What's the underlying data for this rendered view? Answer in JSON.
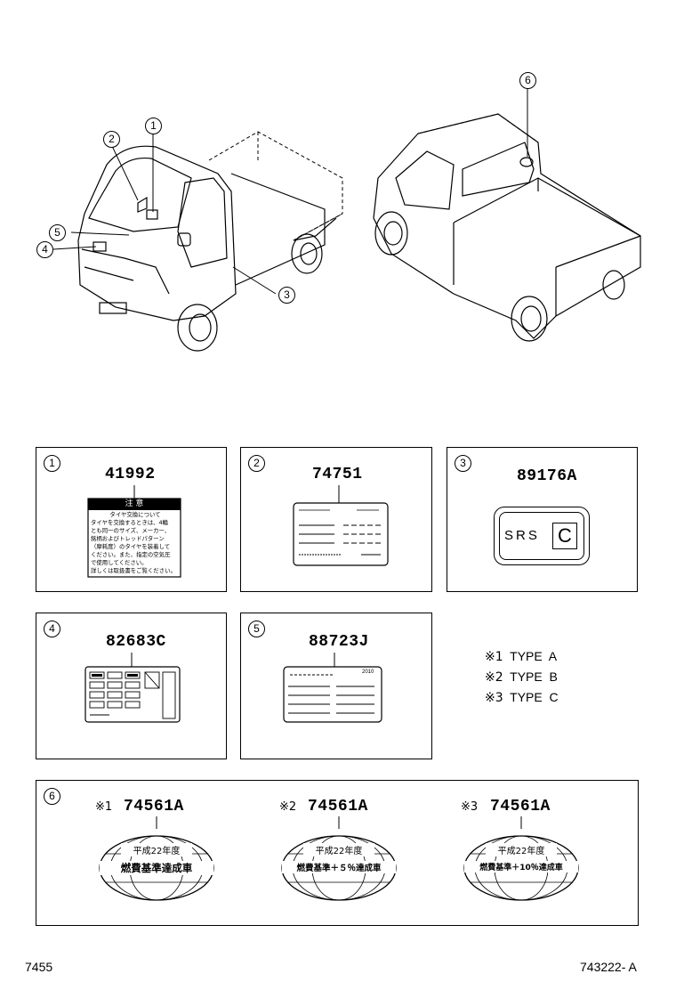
{
  "callouts": [
    "1",
    "2",
    "3",
    "4",
    "5",
    "6"
  ],
  "parts": [
    {
      "ref": "1",
      "number": "41992"
    },
    {
      "ref": "2",
      "number": "74751"
    },
    {
      "ref": "3",
      "number": "89176A"
    },
    {
      "ref": "4",
      "number": "82683C"
    },
    {
      "ref": "5",
      "number": "88723J"
    },
    {
      "ref": "6",
      "variants": [
        {
          "mark": "※1",
          "number": "74561A"
        },
        {
          "mark": "※2",
          "number": "74561A"
        },
        {
          "mark": "※3",
          "number": "74561A"
        }
      ]
    }
  ],
  "label_text": {
    "srs": "SRS",
    "srs_letter": "C",
    "caution_title": "注 意",
    "caution_lines": [
      "タイヤ交換について",
      "タイヤを交換するときは、4輪",
      "とも同一のサイズ、メーカー、",
      "銘柄およびトレッドパターン",
      "（摩耗度）のタイヤを装着して",
      "ください。また、指定の空気圧",
      "で使用してください。",
      "詳しくは取扱書をご覧ください。"
    ],
    "fuel_top": "平成22年度",
    "fuel_lines": [
      "燃費基準達成車",
      "燃費基準＋５％達成車",
      "燃費基準＋10％達成車"
    ],
    "model_year": "2010"
  },
  "legend": [
    {
      "mark": "※1",
      "text": "TYPE  A"
    },
    {
      "mark": "※2",
      "text": "TYPE  B"
    },
    {
      "mark": "※3",
      "text": "TYPE  C"
    }
  ],
  "footer": {
    "left": "7455",
    "right": "743222- A"
  }
}
